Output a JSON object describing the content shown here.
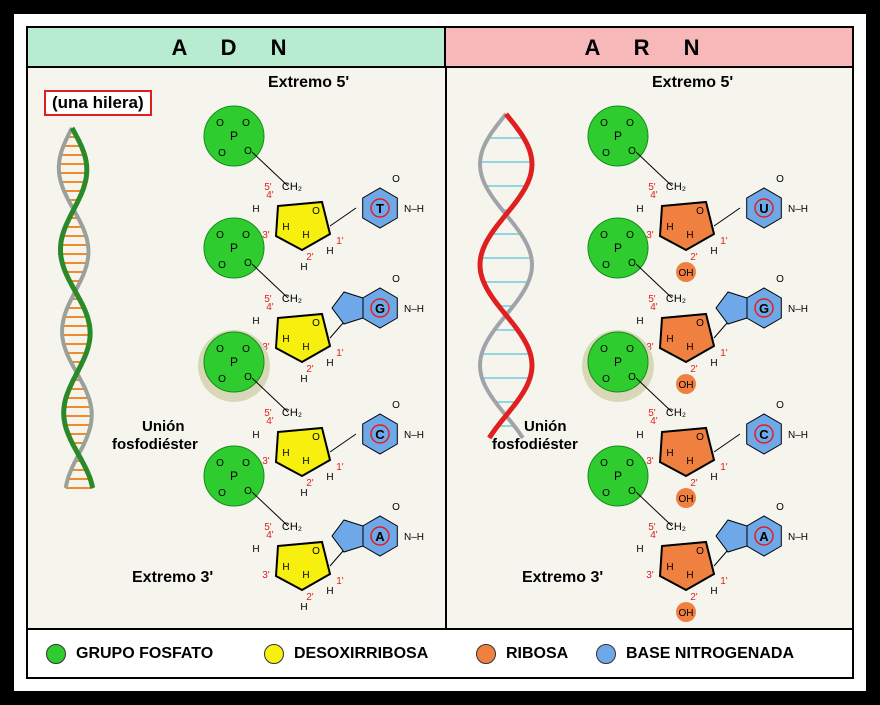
{
  "adn": {
    "title": "A D N",
    "strand_label": "(una hilera)",
    "five_end": "Extremo 5'",
    "three_end": "Extremo 3'",
    "bond_label_1": "Unión",
    "bond_label_2": "fosfodiéster",
    "bases": [
      "T",
      "G",
      "C",
      "A"
    ]
  },
  "arn": {
    "title": "A R N",
    "five_end": "Extremo 5'",
    "three_end": "Extremo 3'",
    "bond_label_1": "Unión",
    "bond_label_2": "fosfodiéster",
    "bases": [
      "U",
      "G",
      "C",
      "A"
    ]
  },
  "legend": [
    {
      "label": "GRUPO FOSFATO",
      "color": "#2ecc2e"
    },
    {
      "label": "DESOXIRRIBOSA",
      "color": "#f7f00f"
    },
    {
      "label": "RIBOSA",
      "color": "#f08040"
    },
    {
      "label": "BASE NITROGENADA",
      "color": "#6fa8e8"
    }
  ],
  "colors": {
    "phosphate": "#2ecc2e",
    "deoxyribose": "#f7f00f",
    "ribose": "#f08040",
    "base": "#6fa8e8",
    "carbon_numbers": "#e02020"
  }
}
